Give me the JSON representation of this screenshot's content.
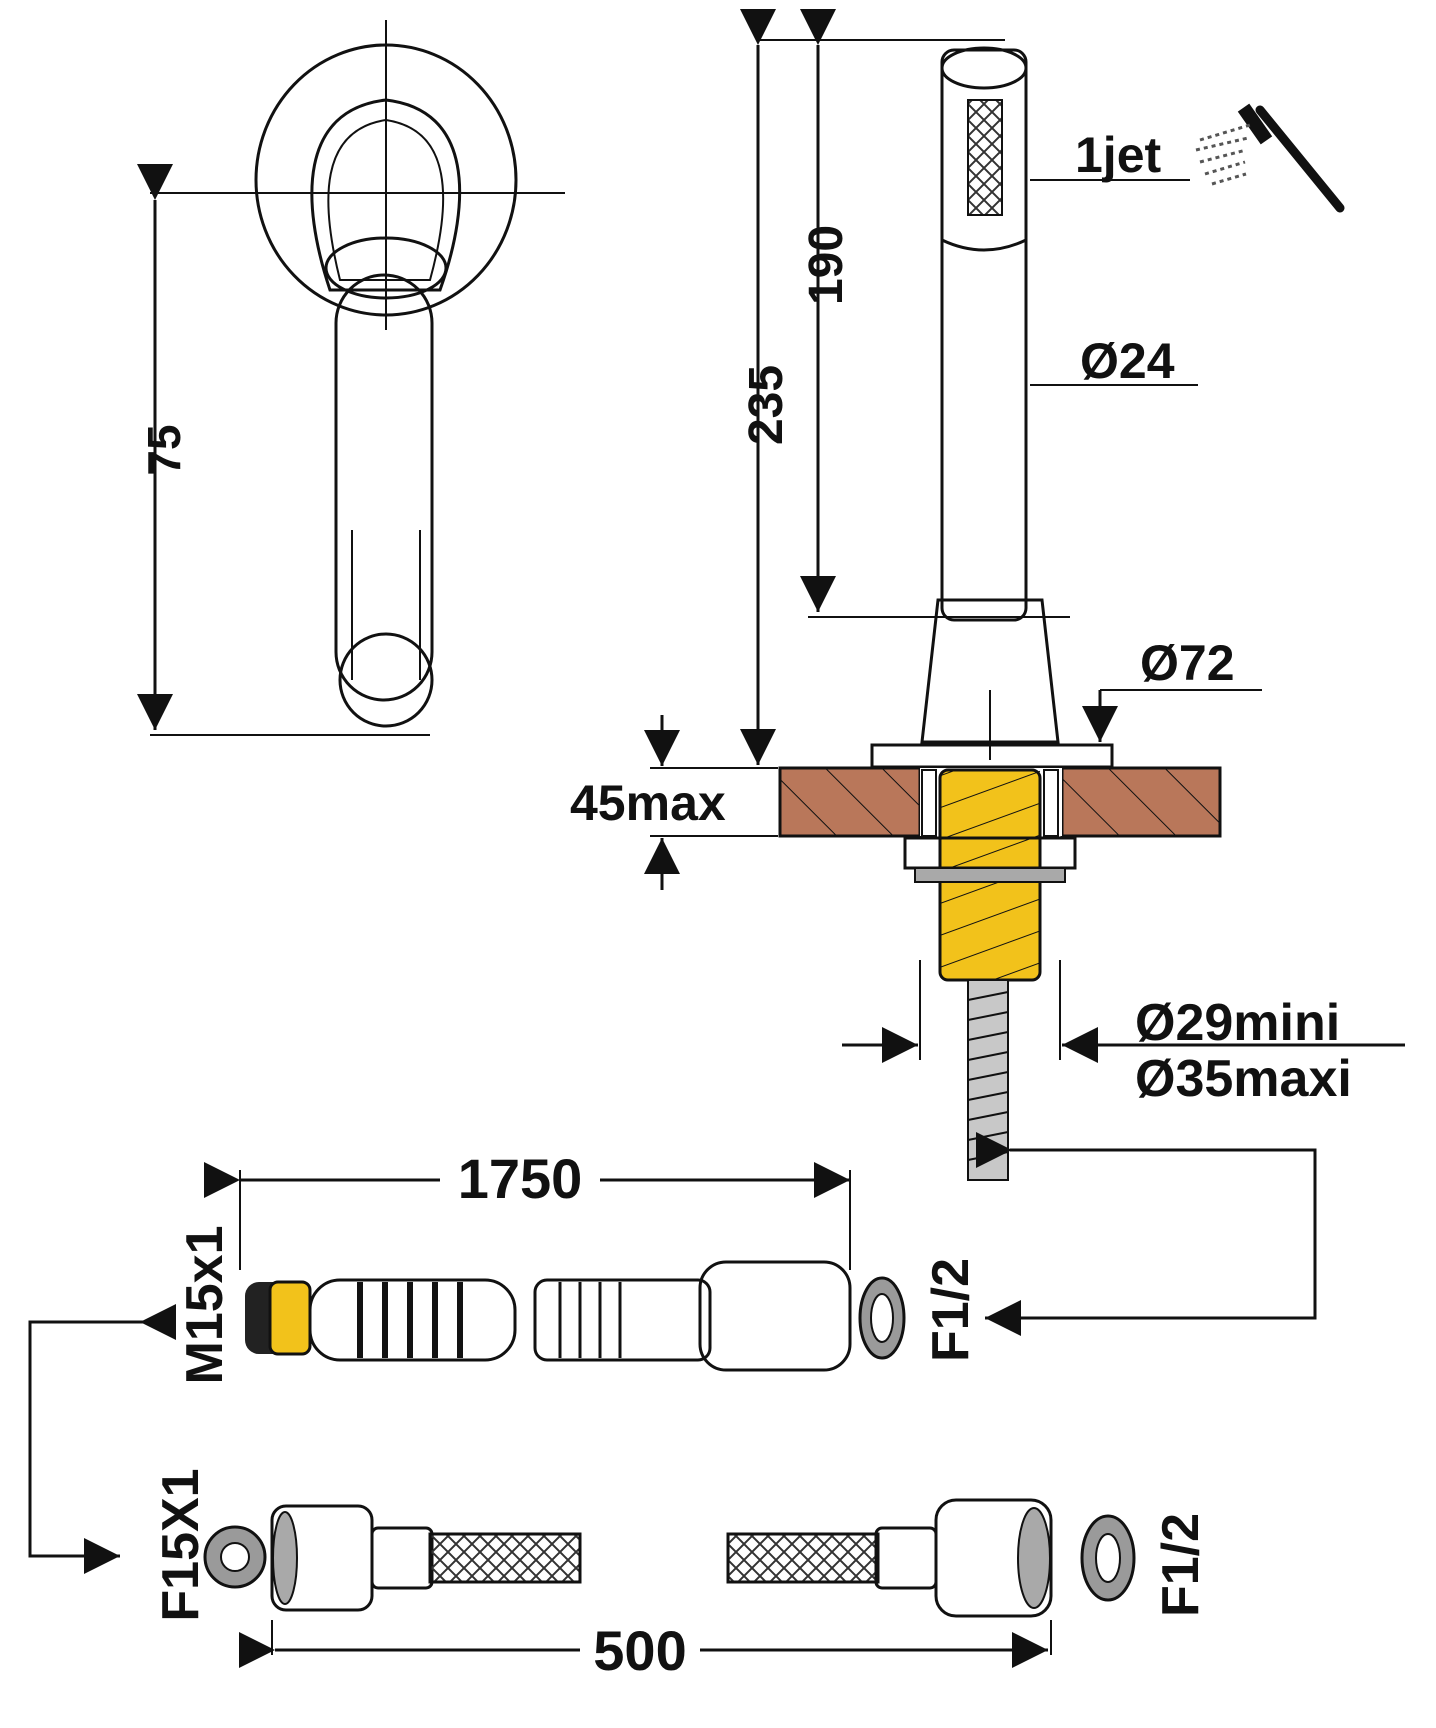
{
  "colors": {
    "metal": "#c8c8c8",
    "metal_dark": "#a9a9a9",
    "wood": "#b9775a",
    "brass": "#f2c21b",
    "line": "#111111",
    "washer": "#9a9a9a"
  },
  "labels": {
    "height_top_view": "75",
    "jet": "1jet",
    "handle_length": "190",
    "total_height": "235",
    "handle_diameter": "Ø24",
    "flange_diameter": "Ø72",
    "counter_thickness": "45max",
    "hole_min": "Ø29mini",
    "hole_max": "Ø35maxi",
    "hose_length": "1750",
    "hose_thread_left": "M15x1",
    "hose_thread_right": "F1/2",
    "flex_thread_left": "F15X1",
    "flex_thread_right": "F1/2",
    "flex_length": "500"
  },
  "icons": {
    "shower": "shower-head-spray-icon"
  }
}
